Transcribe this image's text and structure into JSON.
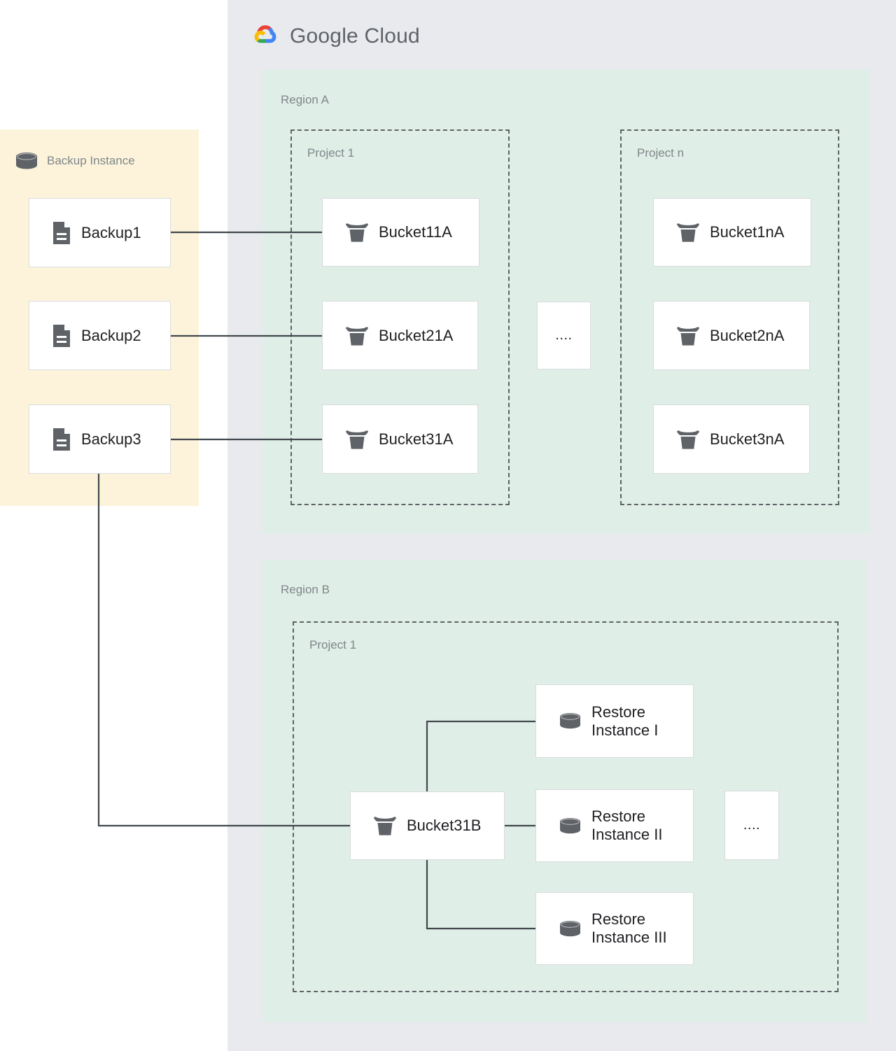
{
  "brand": {
    "name_bold": "Google",
    "name_light": "Cloud",
    "logo_colors": {
      "red": "#ea4335",
      "yellow": "#fbbc04",
      "green": "#34a853",
      "blue": "#4285f4"
    }
  },
  "colors": {
    "cloud_panel_bg": "#e8eaed",
    "region_bg": "#dfeee6",
    "backup_panel_bg": "#fcf3da",
    "card_bg": "#ffffff",
    "card_border": "#dadce0",
    "icon_gray": "#5f6368",
    "label_gray": "#80868b",
    "text_dark": "#202124",
    "connector": "#41474d"
  },
  "backup_instance": {
    "title": "Backup Instance",
    "icon": "database-icon",
    "items": [
      {
        "label": "Backup1",
        "icon": "document-icon"
      },
      {
        "label": "Backup2",
        "icon": "document-icon"
      },
      {
        "label": "Backup3",
        "icon": "document-icon"
      }
    ]
  },
  "regions": [
    {
      "label": "Region A",
      "projects": [
        {
          "label": "Project 1",
          "items": [
            {
              "label": "Bucket11A",
              "icon": "bucket-icon"
            },
            {
              "label": "Bucket21A",
              "icon": "bucket-icon"
            },
            {
              "label": "Bucket31A",
              "icon": "bucket-icon"
            }
          ]
        },
        {
          "label": "Project n",
          "items": [
            {
              "label": "Bucket1nA",
              "icon": "bucket-icon"
            },
            {
              "label": "Bucket2nA",
              "icon": "bucket-icon"
            },
            {
              "label": "Bucket3nA",
              "icon": "bucket-icon"
            }
          ]
        }
      ],
      "ellipsis": "...."
    },
    {
      "label": "Region B",
      "projects": [
        {
          "label": "Project 1",
          "bucket": {
            "label": "Bucket31B",
            "icon": "bucket-icon"
          },
          "items": [
            {
              "label": "Restore\nInstance I",
              "icon": "database-icon"
            },
            {
              "label": "Restore\nInstance II",
              "icon": "database-icon"
            },
            {
              "label": "Restore\nInstance III",
              "icon": "database-icon"
            }
          ]
        }
      ],
      "ellipsis": "...."
    }
  ]
}
